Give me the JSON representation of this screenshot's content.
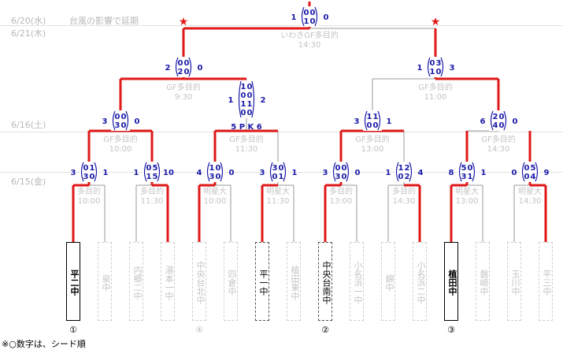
{
  "dates": {
    "d620": "6/20(水)",
    "d621": "6/21(木)",
    "d616": "6/16(土)",
    "d615": "6/15(金)"
  },
  "notes": {
    "delay": "台風の影響で延期"
  },
  "venues": {
    "final": [
      "いわきGF多目的",
      "14:30"
    ],
    "semi_left": [
      "GF多目的",
      "9:30"
    ],
    "semi_right": [
      "GF多目的",
      "11:00"
    ],
    "qf1": [
      "GF多目的",
      "10:00"
    ],
    "qf2": [
      "GF多目的",
      "11:30"
    ],
    "qf3": [
      "GF多目的",
      "13:00"
    ],
    "qf4": [
      "GF多目的",
      "14:30"
    ],
    "r1_1": [
      "多目的",
      "10:00"
    ],
    "r1_2": [
      "多目的",
      "11:30"
    ],
    "r1_3": [
      "明星大",
      "10:00"
    ],
    "r1_4": [
      "明星大",
      "11:30"
    ],
    "r1_5": [
      "多目的",
      "13:00"
    ],
    "r1_6": [
      "多目的",
      "14:30"
    ],
    "r1_7": [
      "明星大",
      "13:00"
    ],
    "r1_8": [
      "明星大",
      "14:30"
    ]
  },
  "teams": [
    "平二中",
    "泉中",
    "内郷二中",
    "湯本一中",
    "中央台北中",
    "四倉中",
    "平一中",
    "植田東中",
    "中央台南中",
    "小名浜一中",
    "錦中",
    "小名浜二中",
    "植田中",
    "磐崎中",
    "玉川中",
    "平三中"
  ],
  "seeds": {
    "s1": "①",
    "s2": "②",
    "s3": "③",
    "s4": "④"
  },
  "legend": "※○数字は、シード順",
  "scores": {
    "final": {
      "l": "1",
      "a": [
        "0",
        "1"
      ],
      "b": [
        "0",
        "0"
      ],
      "r": "0"
    },
    "semi_left": {
      "l": "2",
      "a": [
        "0",
        "2"
      ],
      "b": [
        "0",
        "0"
      ],
      "r": "0"
    },
    "semi_right": {
      "l": "1",
      "a": [
        "0",
        "1"
      ],
      "b": [
        "3",
        "0"
      ],
      "r": "3"
    },
    "qf1": {
      "l": "3",
      "a": [
        "0",
        "3"
      ],
      "b": [
        "0",
        "0"
      ],
      "r": "0"
    },
    "qf2": {
      "l": "1",
      "a": [
        "1",
        "0",
        "1",
        "0"
      ],
      "b": [
        "0",
        "0",
        "1",
        "0"
      ],
      "r": "2",
      "pk": "5 P K 6"
    },
    "qf3": {
      "l": "3",
      "a": [
        "1",
        "0"
      ],
      "b": [
        "1",
        "0"
      ],
      "r": "1"
    },
    "qf4": {
      "l": "6",
      "a": [
        "2",
        "4"
      ],
      "b": [
        "0",
        "0"
      ],
      "r": "0"
    },
    "r1_1": {
      "l": "3",
      "a": [
        "0",
        "3"
      ],
      "b": [
        "1",
        "0"
      ],
      "r": "1"
    },
    "r1_2": {
      "l": "1",
      "a": [
        "0",
        "1"
      ],
      "b": [
        "5",
        "5"
      ],
      "r": "10"
    },
    "r1_3": {
      "l": "4",
      "a": [
        "1",
        "3"
      ],
      "b": [
        "0",
        "0"
      ],
      "r": "0"
    },
    "r1_4": {
      "l": "3",
      "a": [
        "3",
        "0"
      ],
      "b": [
        "0",
        "1"
      ],
      "r": "1"
    },
    "r1_5": {
      "l": "3",
      "a": [
        "0",
        "3"
      ],
      "b": [
        "0",
        "0"
      ],
      "r": "0"
    },
    "r1_6": {
      "l": "1",
      "a": [
        "1",
        "0"
      ],
      "b": [
        "2",
        "2"
      ],
      "r": "4"
    },
    "r1_7": {
      "l": "8",
      "a": [
        "5",
        "3"
      ],
      "b": [
        "0",
        "1"
      ],
      "r": "1"
    },
    "r1_8": {
      "l": "0",
      "a": [
        "0",
        "0"
      ],
      "b": [
        "5",
        "4"
      ],
      "r": "9"
    }
  }
}
